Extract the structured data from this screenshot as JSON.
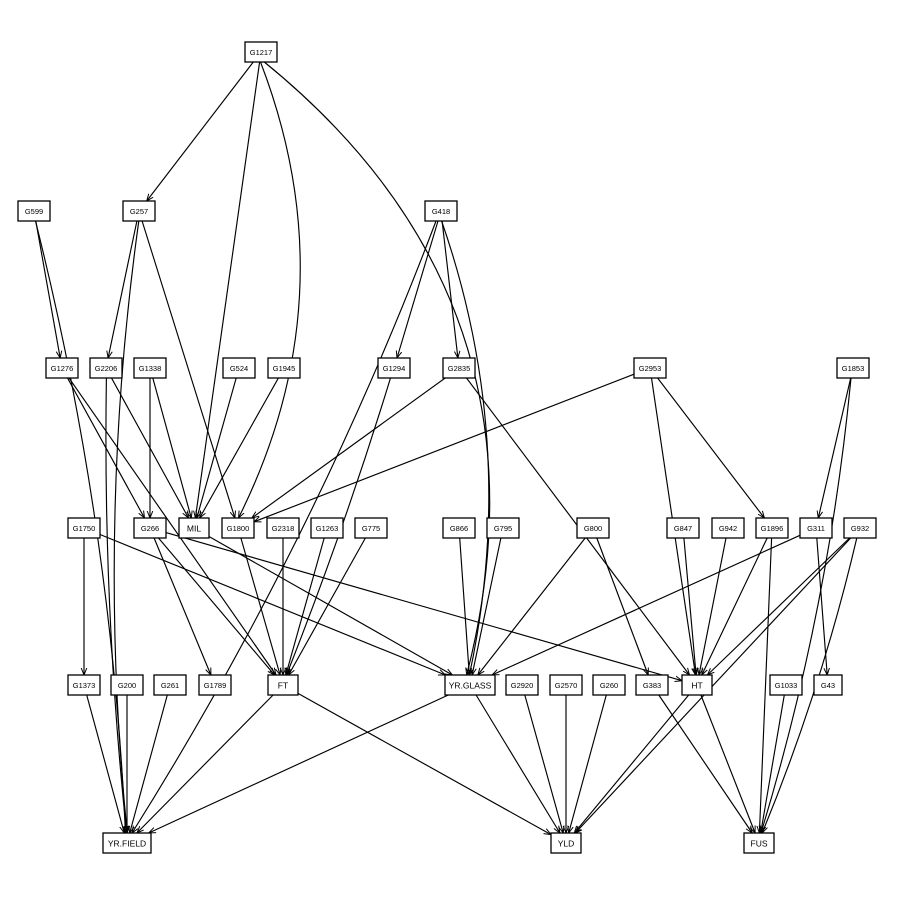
{
  "graph": {
    "nodes": [
      {
        "id": "G1217",
        "label": "G1217"
      },
      {
        "id": "G599",
        "label": "G599"
      },
      {
        "id": "G257",
        "label": "G257"
      },
      {
        "id": "G418",
        "label": "G418"
      },
      {
        "id": "G1276",
        "label": "G1276"
      },
      {
        "id": "G2206",
        "label": "G2206"
      },
      {
        "id": "G1338",
        "label": "G1338"
      },
      {
        "id": "G524",
        "label": "G524"
      },
      {
        "id": "G1945",
        "label": "G1945"
      },
      {
        "id": "G1294",
        "label": "G1294"
      },
      {
        "id": "G2835",
        "label": "G2835"
      },
      {
        "id": "G2953",
        "label": "G2953"
      },
      {
        "id": "G1853",
        "label": "G1853"
      },
      {
        "id": "G1750",
        "label": "G1750"
      },
      {
        "id": "G266",
        "label": "G266"
      },
      {
        "id": "MIL",
        "label": "MIL"
      },
      {
        "id": "G1800",
        "label": "G1800"
      },
      {
        "id": "G2318",
        "label": "G2318"
      },
      {
        "id": "G1263",
        "label": "G1263"
      },
      {
        "id": "G775",
        "label": "G775"
      },
      {
        "id": "G866",
        "label": "G866"
      },
      {
        "id": "G795",
        "label": "G795"
      },
      {
        "id": "G800",
        "label": "G800"
      },
      {
        "id": "G847",
        "label": "G847"
      },
      {
        "id": "G942",
        "label": "G942"
      },
      {
        "id": "G1896",
        "label": "G1896"
      },
      {
        "id": "G311",
        "label": "G311"
      },
      {
        "id": "G932",
        "label": "G932"
      },
      {
        "id": "G1373",
        "label": "G1373"
      },
      {
        "id": "G200",
        "label": "G200"
      },
      {
        "id": "G261",
        "label": "G261"
      },
      {
        "id": "G1789",
        "label": "G1789"
      },
      {
        "id": "FT",
        "label": "FT"
      },
      {
        "id": "YR.GLASS",
        "label": "YR.GLASS"
      },
      {
        "id": "G2920",
        "label": "G2920"
      },
      {
        "id": "G2570",
        "label": "G2570"
      },
      {
        "id": "G260",
        "label": "G260"
      },
      {
        "id": "G383",
        "label": "G383"
      },
      {
        "id": "HT",
        "label": "HT"
      },
      {
        "id": "G1033",
        "label": "G1033"
      },
      {
        "id": "G43",
        "label": "G43"
      },
      {
        "id": "YR.FIELD",
        "label": "YR.FIELD"
      },
      {
        "id": "YLD",
        "label": "YLD"
      },
      {
        "id": "FUS",
        "label": "FUS"
      }
    ],
    "edges": [
      [
        "G1217",
        "G257"
      ],
      [
        "G1217",
        "MIL"
      ],
      [
        "G1217",
        "G1800"
      ],
      [
        "G1217",
        "YR.GLASS"
      ],
      [
        "G599",
        "G1276"
      ],
      [
        "G599",
        "YR.FIELD"
      ],
      [
        "G257",
        "G2206"
      ],
      [
        "G257",
        "G1800"
      ],
      [
        "G257",
        "YR.FIELD"
      ],
      [
        "G418",
        "G1294"
      ],
      [
        "G418",
        "G2835"
      ],
      [
        "G418",
        "YR.GLASS"
      ],
      [
        "G418",
        "YR.FIELD"
      ],
      [
        "G1276",
        "G266"
      ],
      [
        "G1276",
        "FT"
      ],
      [
        "G2206",
        "MIL"
      ],
      [
        "G2206",
        "YR.FIELD"
      ],
      [
        "G1338",
        "G266"
      ],
      [
        "G1338",
        "MIL"
      ],
      [
        "G524",
        "MIL"
      ],
      [
        "G1945",
        "MIL"
      ],
      [
        "G1294",
        "FT"
      ],
      [
        "G2835",
        "G1800"
      ],
      [
        "G2835",
        "HT"
      ],
      [
        "G2953",
        "G1800"
      ],
      [
        "G2953",
        "G1896"
      ],
      [
        "G2953",
        "HT"
      ],
      [
        "G1853",
        "G311"
      ],
      [
        "G1853",
        "FUS"
      ],
      [
        "G1750",
        "G1373"
      ],
      [
        "G1750",
        "YR.GLASS"
      ],
      [
        "G266",
        "G1789"
      ],
      [
        "G266",
        "FT"
      ],
      [
        "G266",
        "HT"
      ],
      [
        "MIL",
        "YR.GLASS"
      ],
      [
        "G1800",
        "FT"
      ],
      [
        "G2318",
        "FT"
      ],
      [
        "G1263",
        "FT"
      ],
      [
        "G775",
        "FT"
      ],
      [
        "G866",
        "YR.GLASS"
      ],
      [
        "G795",
        "YR.GLASS"
      ],
      [
        "G800",
        "YR.GLASS"
      ],
      [
        "G800",
        "G383"
      ],
      [
        "G847",
        "HT"
      ],
      [
        "G942",
        "HT"
      ],
      [
        "G1896",
        "HT"
      ],
      [
        "G1896",
        "FUS"
      ],
      [
        "G311",
        "YR.GLASS"
      ],
      [
        "G311",
        "G43"
      ],
      [
        "G932",
        "HT"
      ],
      [
        "G932",
        "YLD"
      ],
      [
        "G932",
        "FUS"
      ],
      [
        "G1373",
        "YR.FIELD"
      ],
      [
        "G200",
        "YR.FIELD"
      ],
      [
        "G261",
        "YR.FIELD"
      ],
      [
        "FT",
        "YR.FIELD"
      ],
      [
        "FT",
        "YLD"
      ],
      [
        "YR.GLASS",
        "YR.FIELD"
      ],
      [
        "YR.GLASS",
        "YLD"
      ],
      [
        "G2920",
        "YLD"
      ],
      [
        "G2570",
        "YLD"
      ],
      [
        "G260",
        "YLD"
      ],
      [
        "G383",
        "FUS"
      ],
      [
        "HT",
        "YLD"
      ],
      [
        "HT",
        "FUS"
      ],
      [
        "G1033",
        "FUS"
      ]
    ]
  }
}
